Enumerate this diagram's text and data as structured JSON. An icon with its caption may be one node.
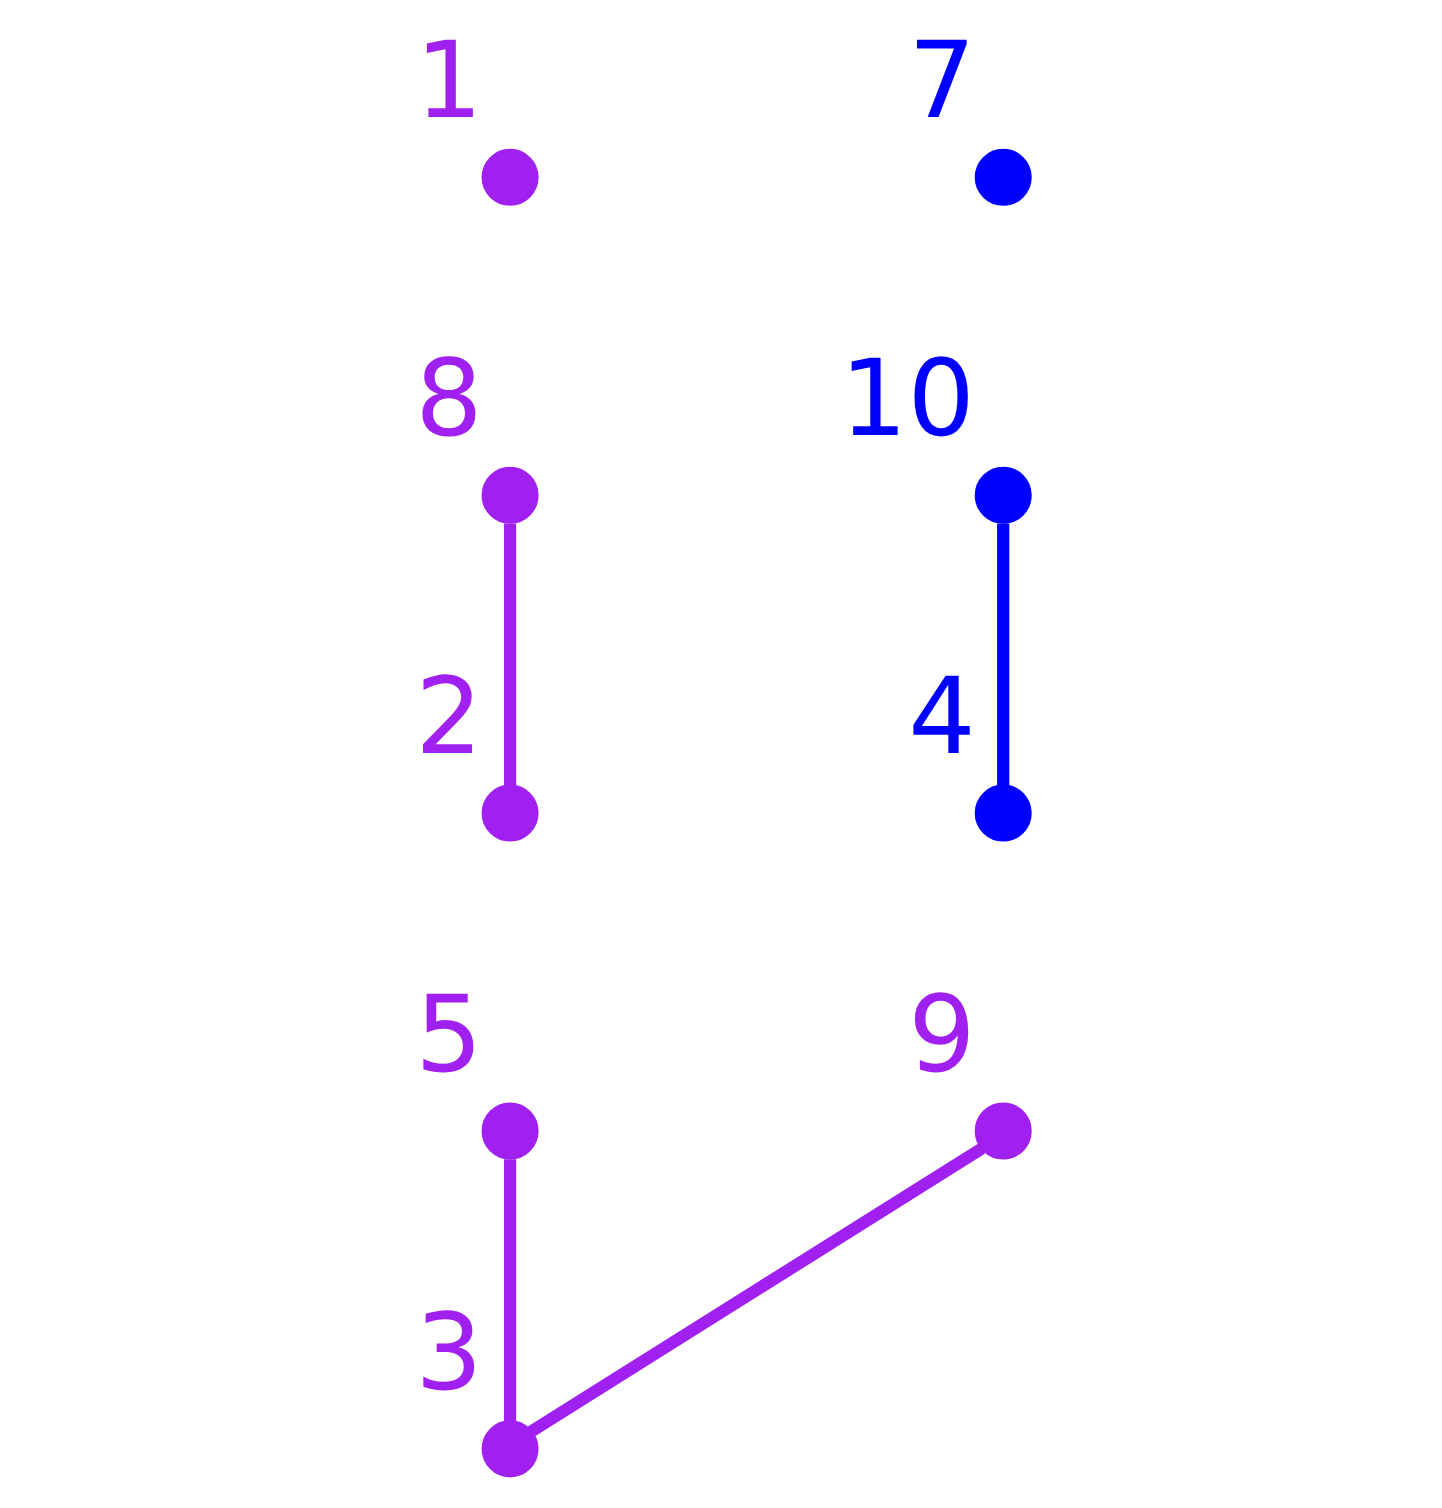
{
  "diagram": {
    "nodes": [
      {
        "text": [],
        "shape": "circle",
        "beside": [
          "1"
        ]
      },
      {
        "text": [],
        "shape": "circle",
        "beside": [
          "7"
        ]
      },
      {
        "text": [],
        "shape": "circle",
        "beside": [
          "8"
        ]
      },
      {
        "text": [],
        "shape": "circle",
        "beside": [
          "10"
        ]
      },
      {
        "text": [],
        "shape": "circle",
        "beside": [
          "2"
        ]
      },
      {
        "text": [],
        "shape": "circle",
        "beside": [
          "4"
        ]
      },
      {
        "text": [],
        "shape": "circle",
        "beside": [
          "5"
        ]
      },
      {
        "text": [],
        "shape": "circle",
        "beside": [
          "9"
        ]
      },
      {
        "text": [],
        "shape": "circle",
        "beside": [
          "3"
        ]
      }
    ],
    "edges": [
      {
        "from": 2,
        "to": 4,
        "arrow": "none"
      },
      {
        "from": 3,
        "to": 5,
        "arrow": "none",
        "color": "#0000ff"
      },
      {
        "from": 6,
        "to": 8,
        "arrow": "none"
      },
      {
        "from": 7,
        "to": 8,
        "arrow": "none"
      }
    ]
  }
}
